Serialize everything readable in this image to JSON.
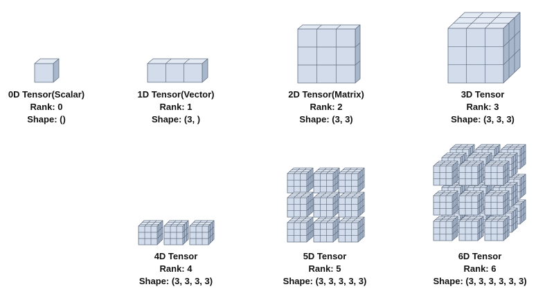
{
  "colors": {
    "front": "#d3dcea",
    "top": "#e4eaf3",
    "side": "#a9b7cc",
    "edge": "#5f6d82",
    "text": "#111111"
  },
  "tensors": [
    {
      "title": "0D Tensor(Scalar)",
      "rank": "Rank: 0",
      "shape": "Shape: ()"
    },
    {
      "title": "1D Tensor(Vector)",
      "rank": "Rank: 1",
      "shape": "Shape: (3, )"
    },
    {
      "title": "2D Tensor(Matrix)",
      "rank": "Rank: 2",
      "shape": "Shape: (3, 3)"
    },
    {
      "title": "3D Tensor",
      "rank": "Rank: 3",
      "shape": "Shape: (3, 3, 3)"
    },
    {
      "title": "4D Tensor",
      "rank": "Rank: 4",
      "shape": "Shape: (3, 3, 3, 3)"
    },
    {
      "title": "5D Tensor",
      "rank": "Rank: 5",
      "shape": "Shape: (3, 3, 3, 3, 3)"
    },
    {
      "title": "6D Tensor",
      "rank": "Rank: 6",
      "shape": "Shape: (3, 3, 3, 3, 3, 3)"
    }
  ]
}
